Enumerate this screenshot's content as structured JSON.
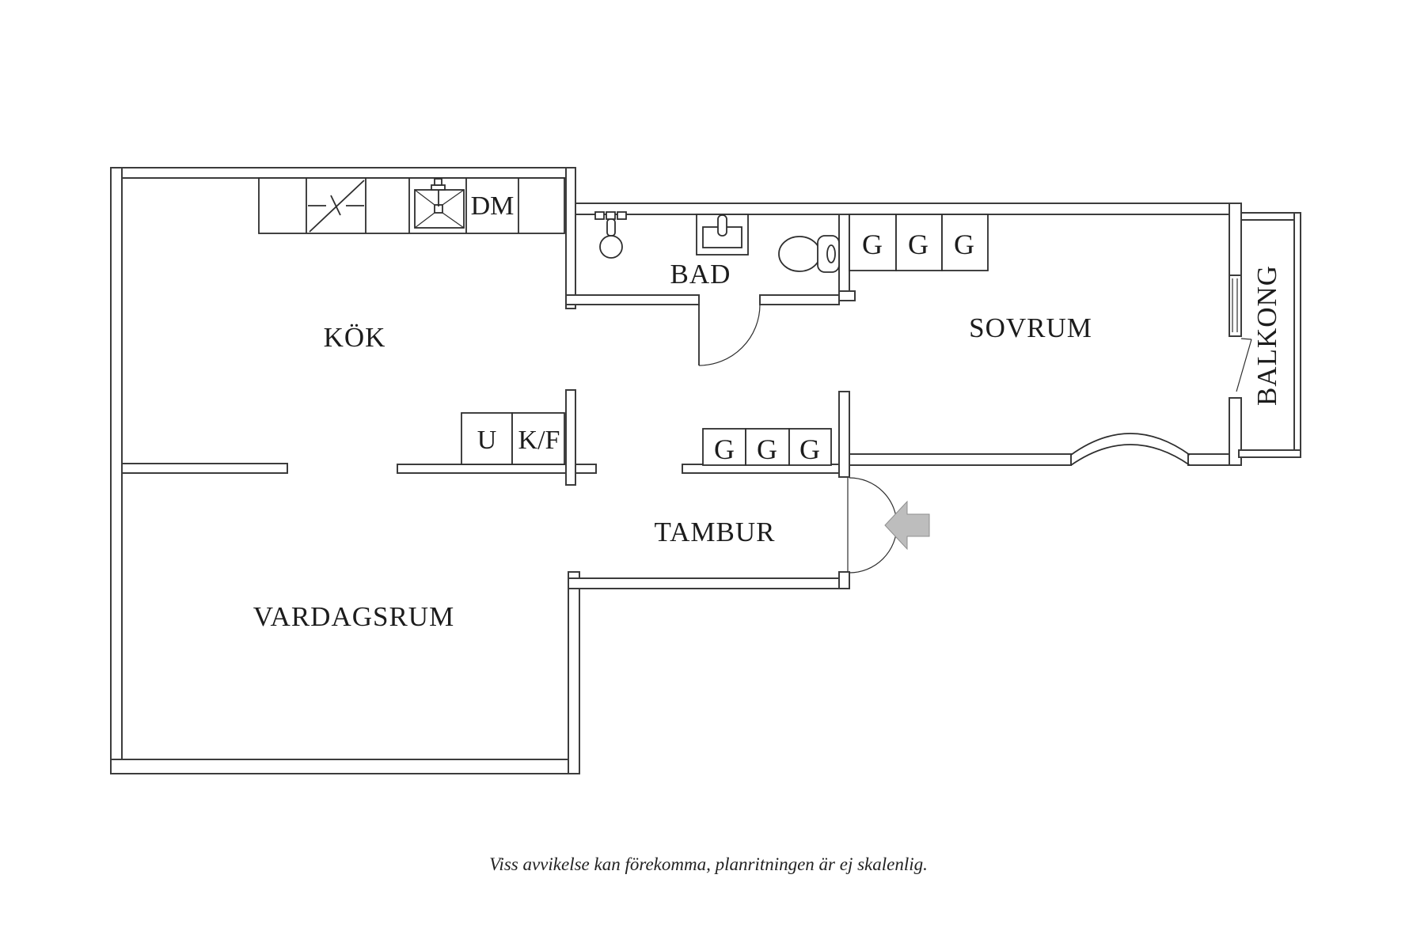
{
  "plan": {
    "rooms": {
      "kitchen": "KÖK",
      "bathroom": "BAD",
      "bedroom": "SOVRUM",
      "balcony": "BALKONG",
      "hallway": "TAMBUR",
      "living_room": "VARDAGSRUM"
    },
    "appliances": {
      "dishwasher": "DM",
      "oven": "U",
      "fridge_freezer": "K/F"
    },
    "bedroom_wardrobes": [
      "G",
      "G",
      "G"
    ],
    "hallway_wardrobes": [
      "G",
      "G",
      "G"
    ],
    "icons": {
      "entry_arrow": "left-block-arrow"
    },
    "footer_note": "Viss avvikelse kan förekomma, planritningen är ej skalenlig.",
    "colors": {
      "wall_line": "#3c3c3c",
      "text": "#1c1c1c",
      "entry_arrow_fill": "#bdbdbd",
      "entry_arrow_edge": "#8f8f8f",
      "background": "#ffffff"
    }
  }
}
